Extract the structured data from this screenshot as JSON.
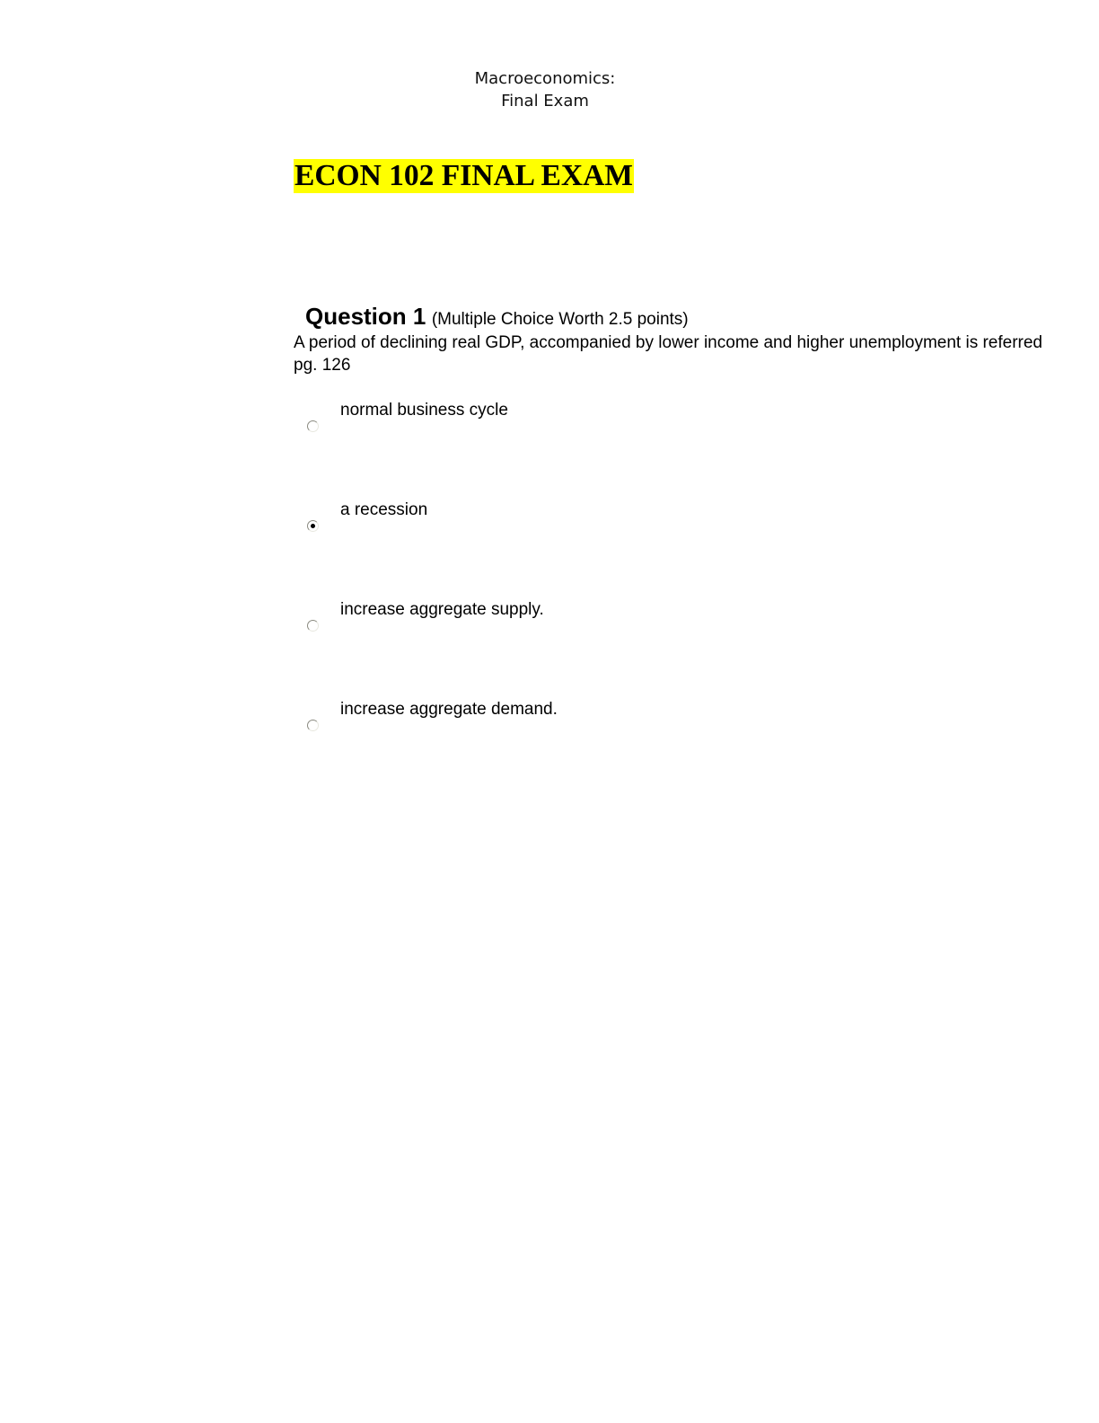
{
  "header": {
    "line1": "Macroeconomics:",
    "line2": "Final Exam"
  },
  "exam_title": {
    "text": "ECON 102 FINAL EXAM",
    "highlight_color": "#ffff00"
  },
  "question": {
    "number_label": "Question 1",
    "meta": "(Multiple Choice Worth 2.5 points)",
    "text_line1": "A period of declining real GDP, accompanied by lower income and higher unemployment is referred",
    "text_line2": "pg. 126",
    "selected_index": 1,
    "options": [
      {
        "label": "normal business cycle",
        "checked": false
      },
      {
        "label": "a recession",
        "checked": true
      },
      {
        "label": "increase aggregate supply.",
        "checked": false
      },
      {
        "label": "increase aggregate demand.",
        "checked": false
      }
    ]
  }
}
